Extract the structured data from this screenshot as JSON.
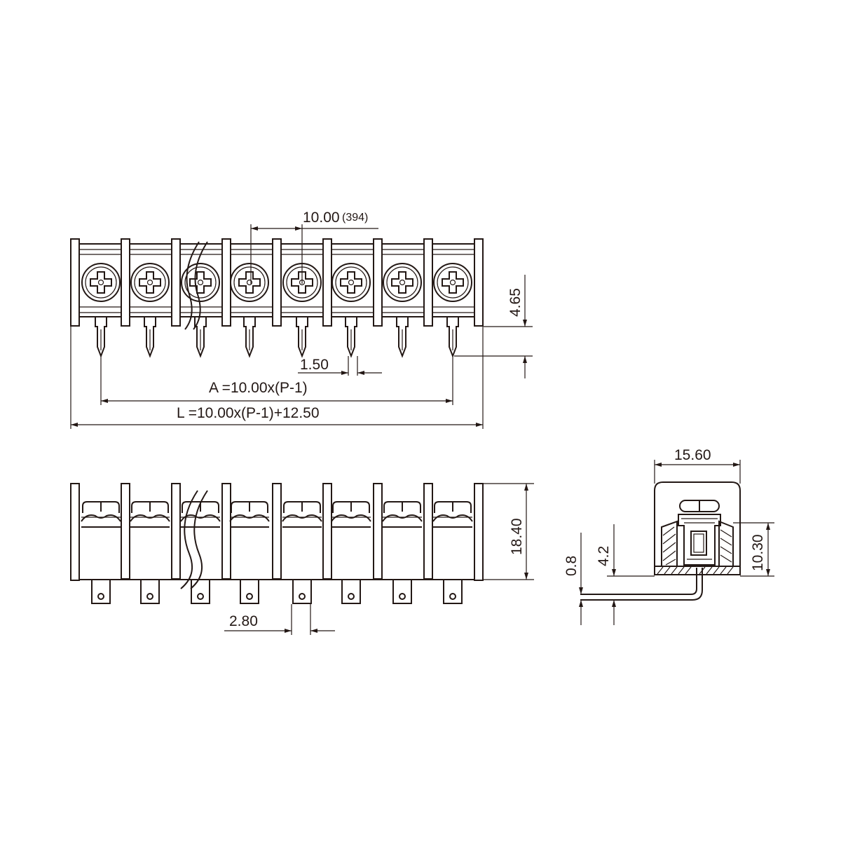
{
  "top_view": {
    "pitch_label": "10.00",
    "pitch_inch_label": "(394)",
    "pin_height_label": "4.65",
    "pin_width_label": "1.50",
    "a_formula_label": "A =10.00x(P-1)",
    "l_formula_label": "L =10.00x(P-1)+12.50"
  },
  "front_view": {
    "height_label": "18.40",
    "pin_width_label": "2.80"
  },
  "side_view": {
    "width_label": "15.60",
    "body_height_label": "10.30",
    "pin_offset_label": "4.2",
    "pin_thickness_label": "0.8"
  },
  "colors": {
    "line": "#231815",
    "background": "#ffffff"
  }
}
